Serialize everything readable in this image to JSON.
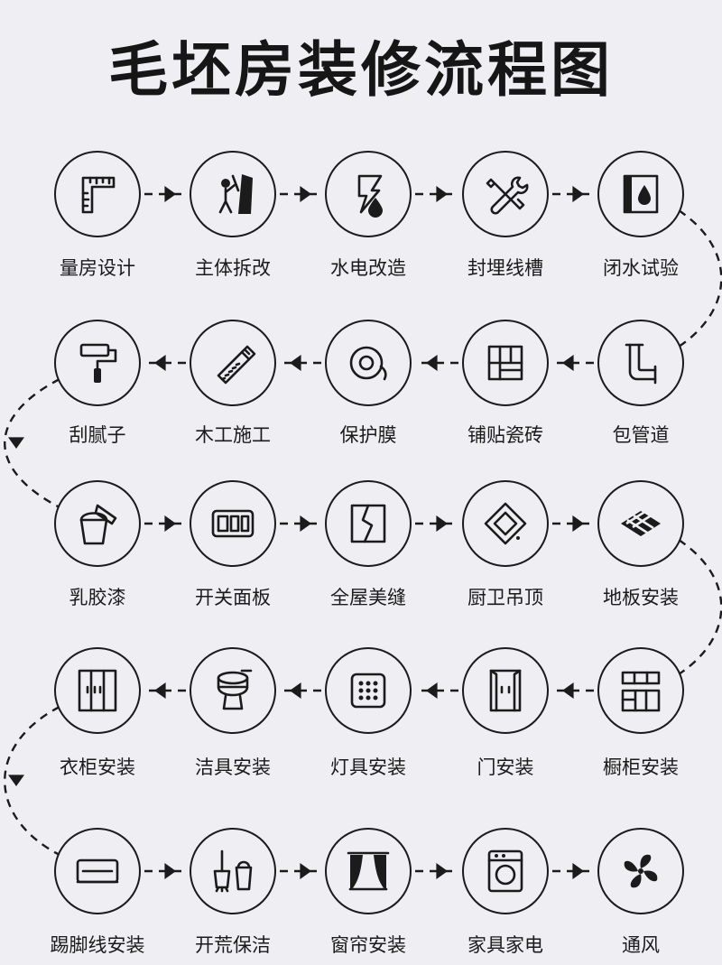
{
  "title": "毛坯房装修流程图",
  "steps": [
    {
      "label": "量房设计",
      "icon": "ruler-icon"
    },
    {
      "label": "主体拆改",
      "icon": "demolition-worker-icon"
    },
    {
      "label": "水电改造",
      "icon": "water-electric-icon"
    },
    {
      "label": "封埋线槽",
      "icon": "tools-icon"
    },
    {
      "label": "闭水试验",
      "icon": "waterproof-icon"
    },
    {
      "label": "包管道",
      "icon": "pipe-icon"
    },
    {
      "label": "铺贴瓷砖",
      "icon": "tile-icon"
    },
    {
      "label": "保护膜",
      "icon": "tape-roll-icon"
    },
    {
      "label": "木工施工",
      "icon": "saw-icon"
    },
    {
      "label": "刮腻子",
      "icon": "paint-roller-icon"
    },
    {
      "label": "乳胶漆",
      "icon": "paint-bucket-icon"
    },
    {
      "label": "开关面板",
      "icon": "switch-panel-icon"
    },
    {
      "label": "全屋美缝",
      "icon": "tile-joint-icon"
    },
    {
      "label": "厨卫吊顶",
      "icon": "ceiling-icon"
    },
    {
      "label": "地板安装",
      "icon": "flooring-icon"
    },
    {
      "label": "橱柜安装",
      "icon": "kitchen-cabinet-icon"
    },
    {
      "label": "门安装",
      "icon": "door-icon"
    },
    {
      "label": "灯具安装",
      "icon": "light-panel-icon"
    },
    {
      "label": "洁具安装",
      "icon": "toilet-icon"
    },
    {
      "label": "衣柜安装",
      "icon": "wardrobe-icon"
    },
    {
      "label": "踢脚线安装",
      "icon": "baseboard-icon"
    },
    {
      "label": "开荒保洁",
      "icon": "cleaning-icon"
    },
    {
      "label": "窗帘安装",
      "icon": "curtain-icon"
    },
    {
      "label": "家具家电",
      "icon": "washing-machine-icon"
    },
    {
      "label": "通风",
      "icon": "fan-icon"
    }
  ],
  "colors": {
    "background": "#eeeef3",
    "ink": "#1b1b1b"
  }
}
